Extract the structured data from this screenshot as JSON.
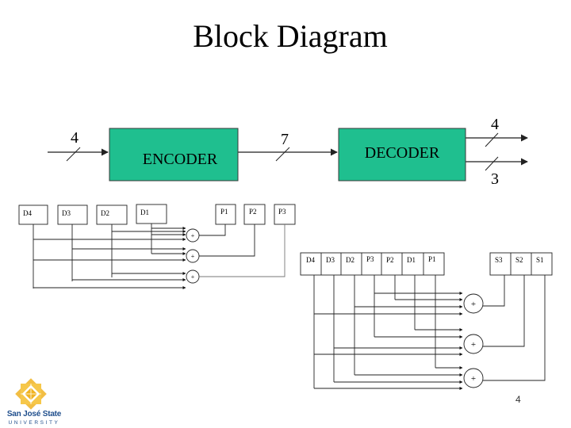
{
  "title": "Block Diagram",
  "page_number": "4",
  "logo": {
    "name": "San José State",
    "subtitle": "UNIVERSITY",
    "icon": "sjsu-sunburst-icon",
    "color_gold": "#f0b323",
    "color_blue": "#1f4e8c"
  },
  "colors": {
    "block_fill": "#1fbf8f",
    "block_stroke": "#3a3a3a",
    "line": "#222222"
  },
  "top_diagram": {
    "encoder_label": "ENCODER",
    "decoder_label": "DECODER",
    "input_bits": "4",
    "channel_bits": "7",
    "output_data_bits": "4",
    "output_syndrome_bits": "3"
  },
  "encoder_circuit": {
    "data_cells": [
      "D4",
      "D3",
      "D2",
      "D1"
    ],
    "parity_cells": [
      "P1",
      "P2",
      "P3"
    ],
    "xor_symbol": "+",
    "equations": [
      {
        "output": "P1",
        "inputs": [
          "D1",
          "D2",
          "D4"
        ]
      },
      {
        "output": "P2",
        "inputs": [
          "D1",
          "D3",
          "D4"
        ]
      },
      {
        "output": "P3",
        "inputs": [
          "D2",
          "D3",
          "D4"
        ]
      }
    ]
  },
  "decoder_circuit": {
    "codeword_cells": [
      "D4",
      "D3",
      "D2",
      "P3",
      "P2",
      "D1",
      "P1"
    ],
    "syndrome_cells": [
      "S3",
      "S2",
      "S1"
    ],
    "xor_symbol": "+",
    "equations": [
      {
        "output": "S3",
        "inputs": [
          "P3",
          "P2",
          "D2",
          "D4"
        ]
      },
      {
        "output": "S2",
        "inputs": [
          "D1",
          "P3",
          "D3",
          "D4"
        ]
      },
      {
        "output": "S1",
        "inputs": [
          "P1",
          "D2",
          "D3",
          "D4"
        ]
      }
    ]
  }
}
